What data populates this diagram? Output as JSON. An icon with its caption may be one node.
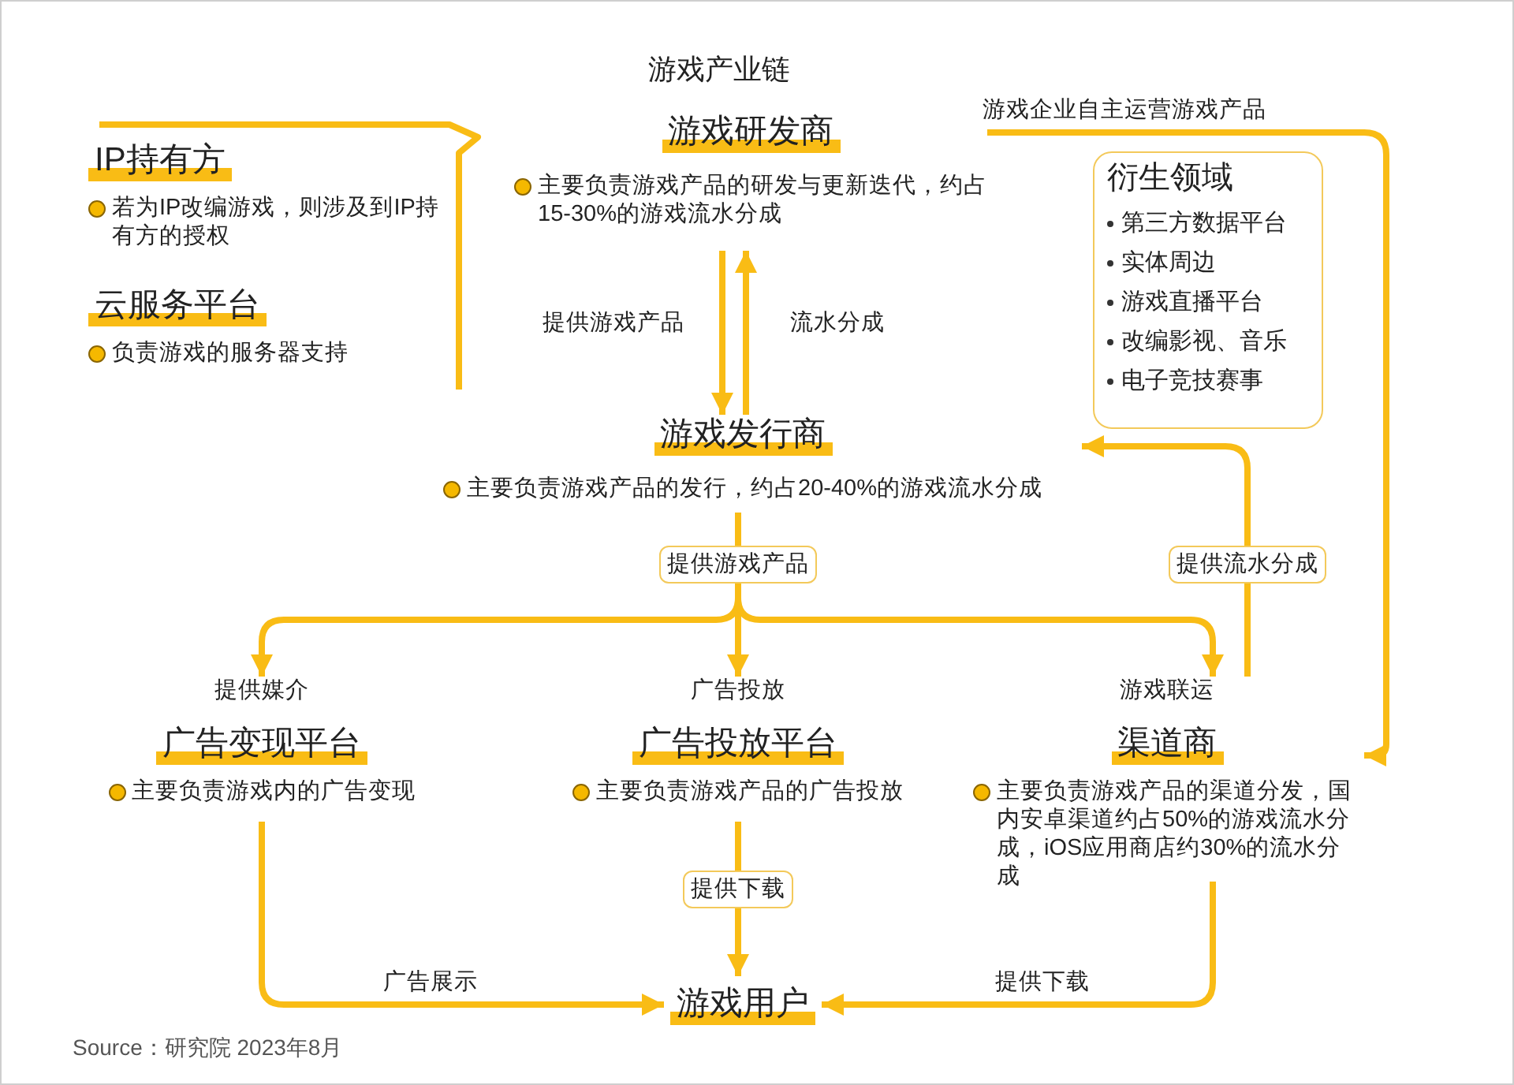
{
  "diagram": {
    "title": "游戏产业链",
    "nodes": [
      {
        "text": [
          "IP持有方",
          "若为IP改编游戏，则涉及到IP持有方的授权"
        ]
      },
      {
        "text": [
          "云服务平台",
          "负责游戏的服务器支持"
        ]
      },
      {
        "text": [
          "游戏研发商",
          "主要负责游戏产品的研发与更新迭代，约占15-30%的游戏流水分成"
        ]
      },
      {
        "text": [
          "衍生领域",
          "第三方数据平台",
          "实体周边",
          "游戏直播平台",
          "改编影视、音乐",
          "电子竞技赛事"
        ]
      },
      {
        "text": [
          "游戏发行商",
          "主要负责游戏产品的发行，约占20-40%的游戏流水分成"
        ]
      },
      {
        "text": [
          "提供媒介",
          "广告变现平台",
          "主要负责游戏内的广告变现"
        ]
      },
      {
        "text": [
          "广告投放",
          "广告投放平台",
          "主要负责游戏产品的广告投放"
        ]
      },
      {
        "text": [
          "游戏联运",
          "渠道商",
          "主要负责游戏产品的渠道分发，国内安卓渠道约占50%的游戏流水分成，iOS应用商店约30%的流水分成"
        ]
      },
      {
        "text": [
          "游戏用户"
        ]
      }
    ],
    "edges": [
      {
        "from": 2,
        "to": 4,
        "arrow": "to",
        "label": "提供游戏产品"
      },
      {
        "from": 4,
        "to": 2,
        "arrow": "to",
        "label": "流水分成"
      },
      {
        "from": 4,
        "to": 5,
        "arrow": "to"
      },
      {
        "from": 4,
        "to": 6,
        "arrow": "to",
        "label": "提供游戏产品"
      },
      {
        "from": 4,
        "to": 7,
        "arrow": "to"
      },
      {
        "from": 7,
        "to": 4,
        "arrow": "to",
        "label": "提供流水分成"
      },
      {
        "from": 2,
        "to": 7,
        "arrow": "to",
        "label": "游戏企业自主运营游戏产品"
      },
      {
        "from": 5,
        "to": 8,
        "arrow": "to",
        "label": "广告展示"
      },
      {
        "from": 6,
        "to": 8,
        "arrow": "to",
        "label": "提供下载"
      },
      {
        "from": 7,
        "to": 8,
        "arrow": "to",
        "label": "提供下载"
      }
    ],
    "caption": "Source：研究院 2023年8月"
  }
}
